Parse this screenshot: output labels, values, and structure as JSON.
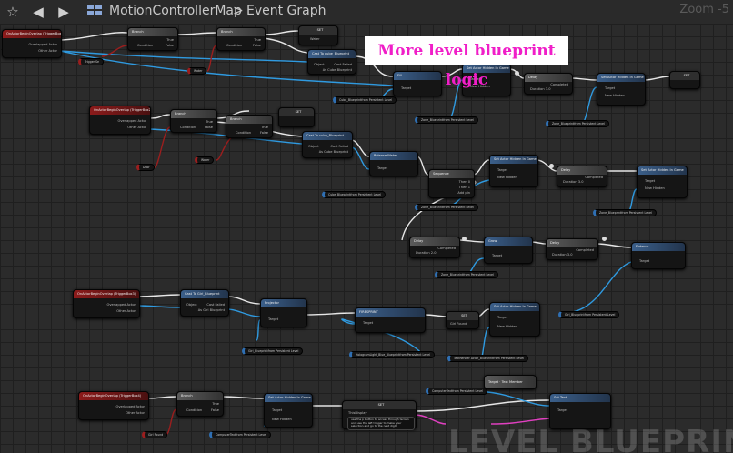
{
  "toolbar": {
    "star_icon": "star-icon",
    "back_icon": "arrow-left-icon",
    "forward_icon": "arrow-right-icon",
    "graph_icon": "blueprint-graph-icon",
    "map_name": "MotionControllerMap",
    "separator": ">",
    "graph_name": "Event Graph",
    "zoom": "Zoom -5"
  },
  "banner": "More level blueprint logic",
  "watermark": "LEVEL BLUEPRINT",
  "labels": {
    "begin_overlap_1": "OnActorBeginOverlap (TriggerBox1)",
    "begin_overlap_2": "OnActorBeginOverlap (TriggerBox2)",
    "begin_overlap_3": "OnActorBeginOverlap (TriggerBox3)",
    "begin_overlap_4": "OnActorBeginOverlap (TriggerBox4)",
    "overlapped_actor": "Overlapped Actor",
    "other_actor": "Other Actor",
    "branch": "Branch",
    "true": "True",
    "false": "False",
    "condition": "Condition",
    "set": "SET",
    "cast_cube": "Cast To cube_Blueprint",
    "cast_sphere": "Cast To cube_Blueprint",
    "cast_girl": "Cast To Girl_Blueprint",
    "object": "Object",
    "cast_failed": "Cast Failed",
    "as_cube": "As Cube Blueprint",
    "as_girl": "As Girl Blueprint",
    "fill": "Fill",
    "target_is_actor": "Target is Actor",
    "target": "Target",
    "set_hidden_in_game": "Set Actor Hidden In Game",
    "new_hidden": "New Hidden",
    "delay": "Delay",
    "completed": "Completed",
    "duration": "Duration",
    "duration_val": "3.0",
    "duration_val2": "3.0",
    "duration_val3": "2.0",
    "duration_val4": "3.0",
    "release_water": "Release Water",
    "sequence": "Sequence",
    "then0": "Then 0",
    "then1": "Then 1",
    "add_pin": "Add pin",
    "grow": "Grow",
    "fadeout": "Fadeout",
    "projector": "Projector",
    "fire_sprint": "FIRESPRINT",
    "bool_set": "Girl Found",
    "computer_text": "ComputerText",
    "text_member": "Text Member",
    "set_text": "Set Text",
    "this_display": "ThisDisplay",
    "comment_text": "use the p button to access through terrain and use the left trigger to make your selection and go to the next digit",
    "var_tocatch": "Trigger Se",
    "var_water": "Water",
    "var_door": "Door",
    "var_water2": "Water",
    "var_cubeblue": "Cube_Blueprint",
    "var_cubeblue2": "Cube_Blueprint",
    "var_zone": "Zone_Blueprint",
    "var_zone2": "Zone_Blueprint",
    "var_zone3": "Zone_Blueprint",
    "var_zone4": "Zone_Blueprint",
    "var_zone5": "Zone_Blueprint",
    "var_girl": "Girl_Blueprint",
    "var_girl2": "Girl_Blueprint",
    "var_hologram": "HologramLight_Blue_Blueprint",
    "var_textrender": "TextRender Actor_Blueprint",
    "var_girlfound": "Girl Found",
    "var_computer": "ComputerText",
    "var_computer2": "ComputerText",
    "ref_level": "from Persistent Level"
  }
}
